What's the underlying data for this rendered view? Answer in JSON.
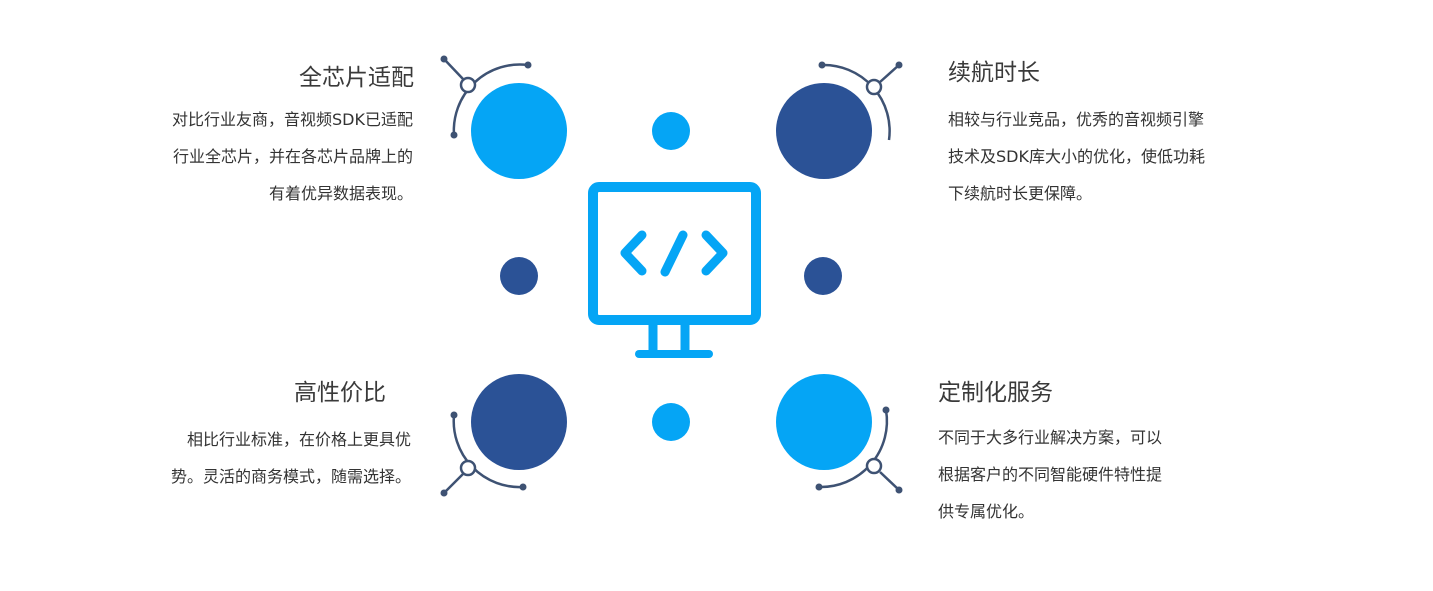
{
  "colors": {
    "light_blue": "#05a5f5",
    "dark_blue": "#2b5296",
    "connector": "#3e5273"
  },
  "center_icon": "monitor-code-icon",
  "features": {
    "chip_adaptation": {
      "title": "全芯片适配",
      "desc_lines": [
        "对比行业友商，音视频SDK已适配",
        "行业全芯片，并在各芯片品牌上的",
        "有着优异数据表现。"
      ]
    },
    "battery_life": {
      "title": "续航时长",
      "desc_lines": [
        "相较与行业竞品，优秀的音视频引擎",
        "技术及SDK库大小的优化，使低功耗",
        "下续航时长更保障。"
      ]
    },
    "cost_performance": {
      "title": "高性价比",
      "desc_lines": [
        "相比行业标准，在价格上更具优",
        "势。灵活的商务模式，随需选择。"
      ]
    },
    "custom_service": {
      "title": "定制化服务",
      "desc_lines": [
        "不同于大多行业解决方案，可以",
        "根据客户的不同智能硬件特性提",
        "供专属优化。"
      ]
    }
  }
}
